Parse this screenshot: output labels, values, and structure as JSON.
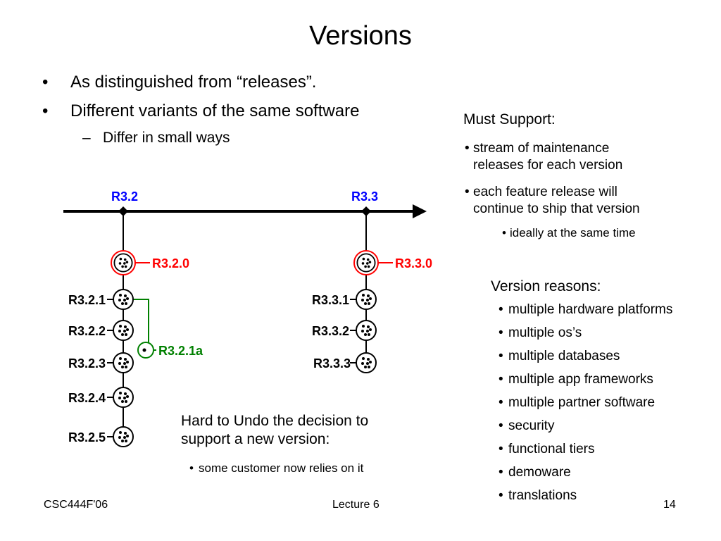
{
  "slide": {
    "title": "Versions",
    "bullets": [
      "As distinguished from “releases”.",
      "Different variants of the same software"
    ],
    "sub_bullet": "Differ in small ways"
  },
  "must_support": {
    "heading": "Must Support:",
    "items": [
      [
        "stream of maintenance",
        "releases for each version"
      ],
      [
        "each feature release will",
        "continue to ship that version"
      ]
    ],
    "subitem": "ideally at the same time"
  },
  "version_reasons": {
    "heading": "Version reasons:",
    "items": [
      "multiple hardware platforms",
      "multiple os’s",
      "multiple databases",
      "multiple app frameworks",
      "multiple partner software",
      "security",
      "functional tiers",
      "demoware",
      "translations"
    ]
  },
  "hard_to_undo": {
    "lines": [
      "Hard to Undo the decision to",
      "support a new version:"
    ],
    "item": "some customer now relies on it"
  },
  "diagram": {
    "main_labels": [
      "R3.2",
      "R3.3"
    ],
    "branch_a": {
      "root": "R3.2.0",
      "versions": [
        "R3.2.1",
        "R3.2.2",
        "R3.2.3",
        "R3.2.4",
        "R3.2.5"
      ],
      "variant": "R3.2.1a"
    },
    "branch_b": {
      "root": "R3.3.0",
      "versions": [
        "R3.3.1",
        "R3.3.2",
        "R3.3.3"
      ]
    },
    "colors": {
      "main": "#0000ff",
      "root": "#ff0000",
      "variant": "#008000",
      "line": "#000000"
    }
  },
  "footer": {
    "left": "CSC444F'06",
    "center": "Lecture 6",
    "right": "14"
  }
}
